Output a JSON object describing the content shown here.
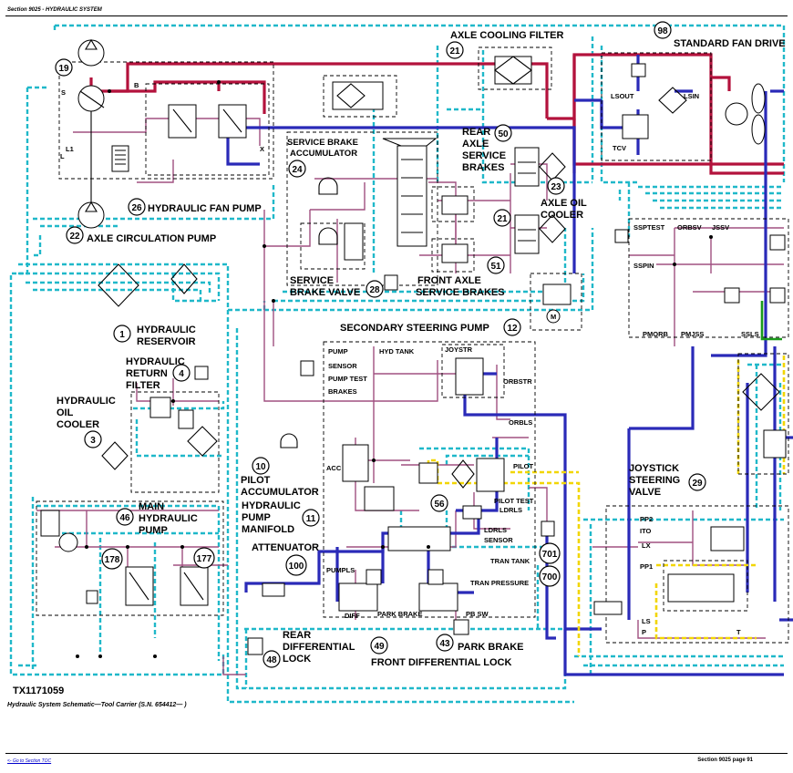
{
  "header": {
    "section": "Section 9025 - HYDRAULIC SYSTEM"
  },
  "figure_id": "TX1171059",
  "caption": "Hydraulic System Schematic—Tool Carrier (S.N. 654412— )",
  "footer": {
    "link": "<- Go to Section TOC",
    "page": "Section 9025 page 91"
  },
  "callouts": {
    "c1": "1",
    "c3": "3",
    "c4": "4",
    "c10": "10",
    "c11": "11",
    "c12": "12",
    "c19": "19",
    "c21a": "21",
    "c21b": "21",
    "c22": "22",
    "c23": "23",
    "c24": "24",
    "c26": "26",
    "c28": "28",
    "c29": "29",
    "c43": "43",
    "c46": "46",
    "c48": "48",
    "c49": "49",
    "c50": "50",
    "c51": "51",
    "c56": "56",
    "c98": "98",
    "c100": "100",
    "c177": "177",
    "c178": "178",
    "c700": "700",
    "c701": "701"
  },
  "labels": {
    "axle_cooling_filter": "AXLE COOLING FILTER",
    "standard_fan_drive": "STANDARD FAN DRIVE",
    "hydraulic_fan_pump": "HYDRAULIC FAN PUMP",
    "axle_circulation_pump": "AXLE CIRCULATION PUMP",
    "service_brake_accumulator_1": "SERVICE BRAKE",
    "service_brake_accumulator_2": "ACCUMULATOR",
    "rear_axle_service_brakes_1": "REAR",
    "rear_axle_service_brakes_2": "AXLE",
    "rear_axle_service_brakes_3": "SERVICE",
    "rear_axle_service_brakes_4": "BRAKES",
    "axle_oil_cooler_1": "AXLE OIL",
    "axle_oil_cooler_2": "COOLER",
    "service_brake_valve_1": "SERVICE",
    "service_brake_valve_2": "BRAKE VALVE",
    "front_axle_service_brakes_1": "FRONT AXLE",
    "front_axle_service_brakes_2": "SERVICE BRAKES",
    "hydraulic_reservoir_1": "HYDRAULIC",
    "hydraulic_reservoir_2": "RESERVOIR",
    "secondary_steering_pump": "SECONDARY STEERING PUMP",
    "hydraulic_return_filter_1": "HYDRAULIC",
    "hydraulic_return_filter_2": "RETURN",
    "hydraulic_return_filter_3": "FILTER",
    "hydraulic_oil_cooler_1": "HYDRAULIC",
    "hydraulic_oil_cooler_2": "OIL",
    "hydraulic_oil_cooler_3": "COOLER",
    "pilot_accumulator_1": "PILOT",
    "pilot_accumulator_2": "ACCUMULATOR",
    "hydraulic_pump_manifold_1": "HYDRAULIC",
    "hydraulic_pump_manifold_2": "PUMP",
    "hydraulic_pump_manifold_3": "MANIFOLD",
    "main_hydraulic_pump_1": "MAIN",
    "main_hydraulic_pump_2": "HYDRAULIC",
    "main_hydraulic_pump_3": "PUMP",
    "attenuator": "ATTENUATOR",
    "joystick_steering_valve_1": "JOYSTICK",
    "joystick_steering_valve_2": "STEERING",
    "joystick_steering_valve_3": "VALVE",
    "rear_differential_lock_1": "REAR",
    "rear_differential_lock_2": "DIFFERENTIAL",
    "rear_differential_lock_3": "LOCK",
    "park_brake": "PARK BRAKE",
    "front_differential_lock": "FRONT DIFFERENTIAL LOCK"
  },
  "ports": {
    "pump": "PUMP",
    "sensor": "SENSOR",
    "pump_test": "PUMP TEST",
    "brakes": "BRAKES",
    "hyd_tank": "HYD TANK",
    "joystr": "JOYSTR",
    "orbstr": "ORBSTR",
    "orbls": "ORBLS",
    "acc": "ACC",
    "pilot": "PILOT",
    "pilot_test": "PILOT TEST",
    "ldrls": "LDRLS",
    "ldrls_sensor_1": "LDRLS",
    "ldrls_sensor_2": "SENSOR",
    "tran_tank": "TRAN TANK",
    "tran_pressure": "TRAN PRESSURE",
    "pumpls": "PUMPLS",
    "diff": "DIFF",
    "park_brake_port": "PARK BRAKE",
    "pb_sw": "PB SW",
    "s": "S",
    "b": "B",
    "l1": "L1",
    "l": "L",
    "x": "X",
    "lsout": "LSOUT",
    "lsin": "LSIN",
    "tcv": "TCV",
    "ssptest": "SSPTEST",
    "orbsv": "ORBSV",
    "jssv": "JSSV",
    "sspin": "SSPIN",
    "pmorb": "PMORB",
    "pmjss": "PMJSS",
    "ssls": "SSLS",
    "pp2": "PP2",
    "ito": "ITO",
    "lx": "LX",
    "pp1": "PP1",
    "ls": "LS",
    "p": "P",
    "t": "T",
    "m": "M"
  },
  "colors": {
    "case_drain": "#1fb8c9",
    "pressure": "#b3123c",
    "pilot_pink": "#a05080",
    "supply_blue": "#2a2ab8",
    "yellow": "#f2d600",
    "green": "#1a9a1a",
    "black": "#000000"
  }
}
